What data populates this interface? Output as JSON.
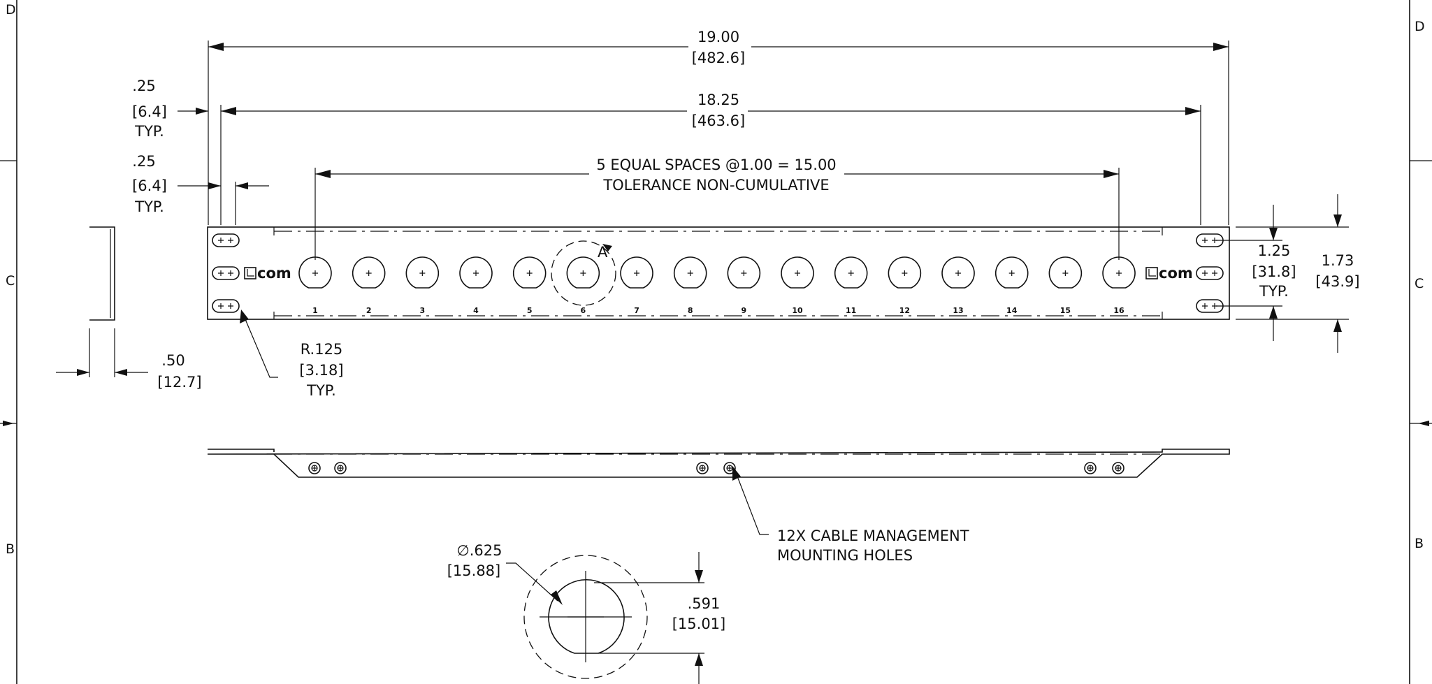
{
  "zones": {
    "left": [
      "D",
      "C",
      "B"
    ],
    "right": [
      "D",
      "C",
      "B"
    ]
  },
  "dims": {
    "overall_width": {
      "in": "19.00",
      "mm": "[482.6]"
    },
    "mount_width": {
      "in": "18.25",
      "mm": "[463.6]"
    },
    "edge_offset_top": {
      "in": ".25",
      "mm": "[6.4]",
      "note": "TYP."
    },
    "edge_offset_second": {
      "in": ".25",
      "mm": "[6.4]",
      "note": "TYP."
    },
    "spacing_note": {
      "line1": "5 EQUAL SPACES @1.00 = 15.00",
      "line2": "TOLERANCE NON-CUMULATIVE"
    },
    "slot_spacing": {
      "in": "1.25",
      "mm": "[31.8]",
      "note": "TYP."
    },
    "panel_height": {
      "in": "1.73",
      "mm": "[43.9]"
    },
    "flange_depth": {
      "in": ".50",
      "mm": "[12.7]"
    },
    "slot_radius": {
      "in": "R.125",
      "mm": "[3.18]",
      "note": "TYP."
    },
    "hole_diameter": {
      "in": "∅.625",
      "mm": "[15.88]"
    },
    "hole_flat": {
      "in": ".591",
      "mm": "[15.01]"
    }
  },
  "detail_label": "A",
  "port_numbers": [
    "1",
    "2",
    "3",
    "4",
    "5",
    "6",
    "7",
    "8",
    "9",
    "10",
    "11",
    "12",
    "13",
    "14",
    "15",
    "16"
  ],
  "logo_text": "com",
  "cable_note": {
    "line1": "12X CABLE MANAGEMENT",
    "line2": "MOUNTING HOLES"
  }
}
